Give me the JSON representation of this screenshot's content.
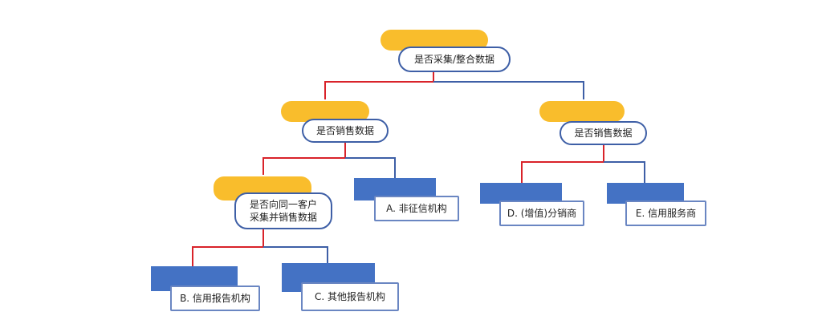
{
  "questions": {
    "q1": "是否采集/整合数据",
    "q2": "是否销售数据",
    "q3": "是否销售数据",
    "q4": "是否向同一客户\n采集并销售数据"
  },
  "results": {
    "a": "A. 非征信机构",
    "b": "B. 信用报告机构",
    "c": "C. 其他报告机构",
    "d": "D. (增值)分销商",
    "e": "E. 信用服务商"
  },
  "colors": {
    "yes_branch": "#d9232a",
    "no_branch": "#3e5fa6",
    "question_tab": "#f9bd2c",
    "result_tab": "#4472c4"
  }
}
